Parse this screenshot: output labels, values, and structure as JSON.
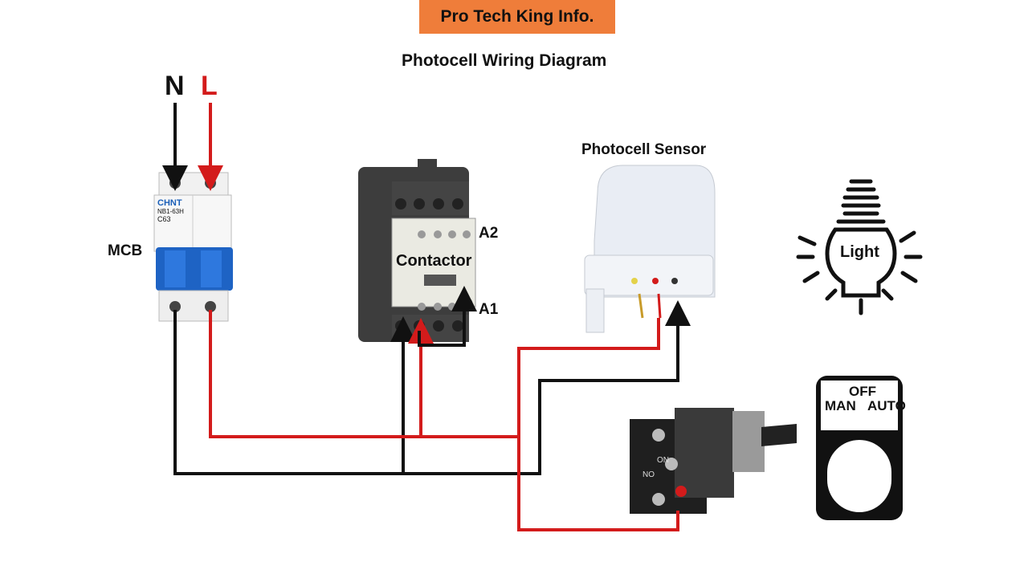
{
  "banner": "Pro Tech King Info.",
  "title": "Photocell Wiring Diagram",
  "labels": {
    "n": "N",
    "l": "L",
    "mcb": "MCB",
    "contactor": "Contactor",
    "a2": "A2",
    "a1": "A1",
    "photocell": "Photocell Sensor",
    "light": "Light",
    "man": "MAN",
    "off": "OFF",
    "auto": "AUTO"
  },
  "mcb_device": {
    "brand": "CHNT",
    "model": "NB1-63H",
    "rating": "C63"
  },
  "selector_switch": {
    "contact_a": "NO",
    "contact_b": "NO"
  },
  "colors": {
    "banner": "#ef7d3a",
    "line_wire": "#d31b1b",
    "neutral_wire": "#111111",
    "mcb_handle": "#1e63c4"
  }
}
